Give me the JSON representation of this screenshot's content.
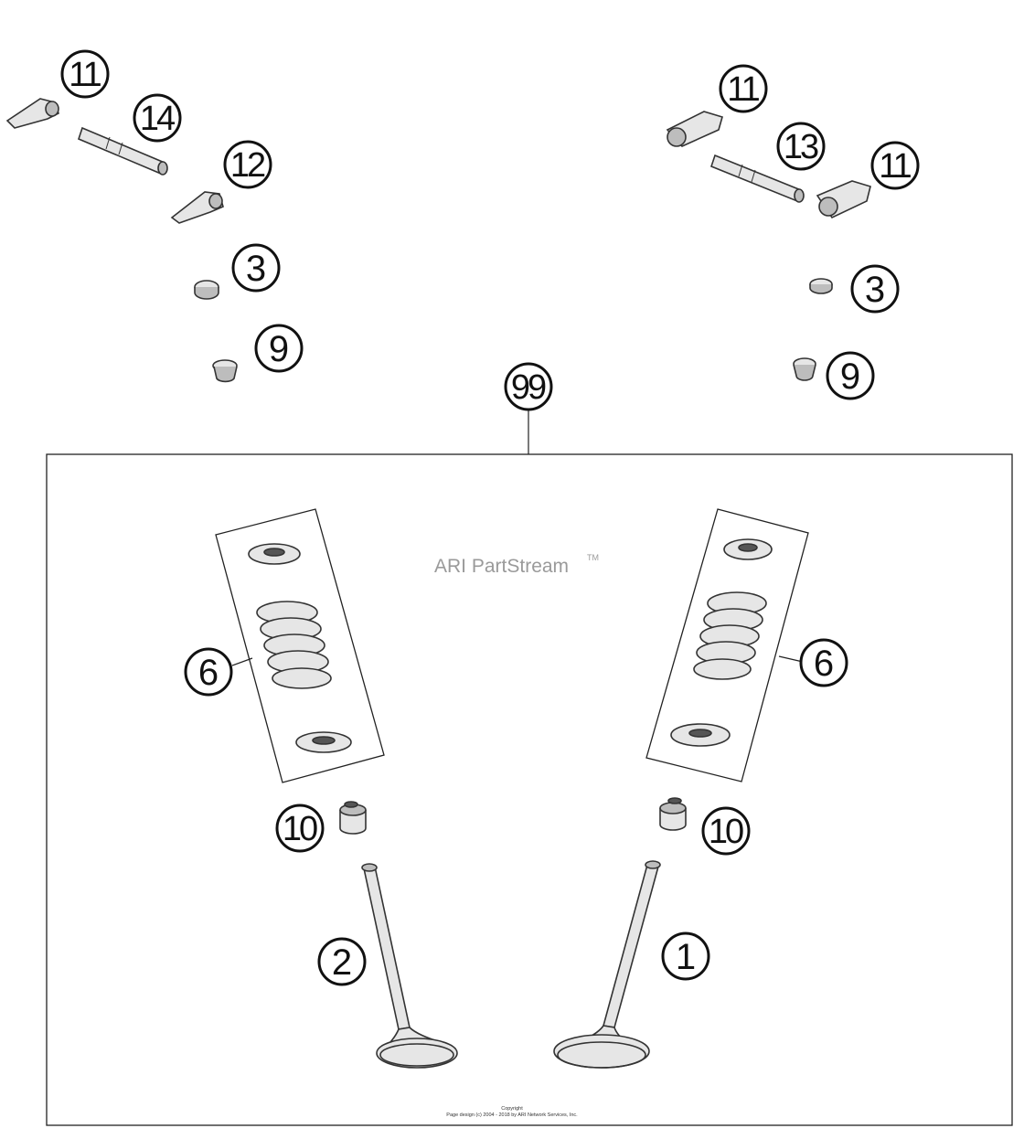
{
  "callouts": {
    "c11_topleft": "11",
    "c14": "14",
    "c12": "12",
    "c3_left": "3",
    "c9_left": "9",
    "c11_topright": "11",
    "c13": "13",
    "c11_right": "11",
    "c3_right": "3",
    "c9_right": "9",
    "c99": "99",
    "c6_left": "6",
    "c6_right": "6",
    "c10_left": "10",
    "c10_right": "10",
    "c2": "2",
    "c1": "1"
  },
  "watermark": {
    "text": "ARI PartStream",
    "tm": "TM"
  },
  "footer": {
    "line1": "Copyright",
    "line2": "Page design (c) 2004 - 2018 by ARI Network Services, Inc."
  },
  "colors": {
    "line": "#222222",
    "part_fill": "#e6e6e6",
    "watermark": "#9a9a9a"
  }
}
